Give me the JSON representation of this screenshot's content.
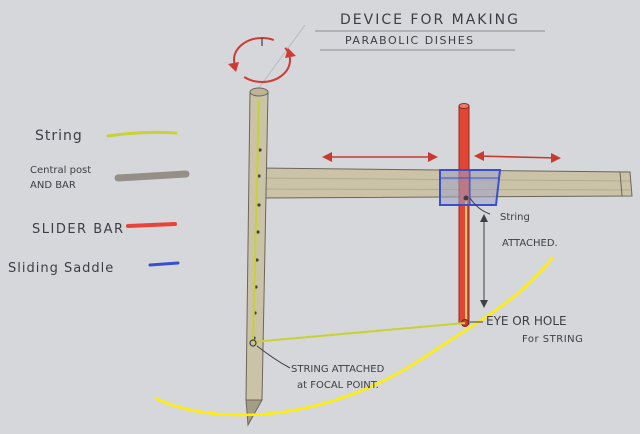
{
  "title": {
    "line1": "DEVICE FOR MAKING",
    "line2": "PARABOLIC DISHES"
  },
  "legend": [
    {
      "label": "String",
      "color": "#c8d234"
    },
    {
      "label_line1": "Central post",
      "label_line2": "AND BAR",
      "color": "#8a8478"
    },
    {
      "label": "SLIDER BAR",
      "color": "#e8443a"
    },
    {
      "label": "Sliding Saddle",
      "color": "#3a4fd0"
    }
  ],
  "annotations": {
    "string_attached": {
      "line1": "String",
      "line2": "ATTACHED."
    },
    "eye_or_hole": {
      "line1": "EYE OR HOLE",
      "line2": "For STRING"
    },
    "focal_point": {
      "line1": "STRING ATTACHED",
      "line2": "at FOCAL POINT."
    }
  },
  "colors": {
    "paper": "#d6d7da",
    "ink": "#3e3e46",
    "wood": "#c9c0a6",
    "slider": "#e34535",
    "saddle": "#3a4fd0",
    "string": "#c8d234",
    "parabola": "#ffef00",
    "arrow": "#c8392f"
  }
}
